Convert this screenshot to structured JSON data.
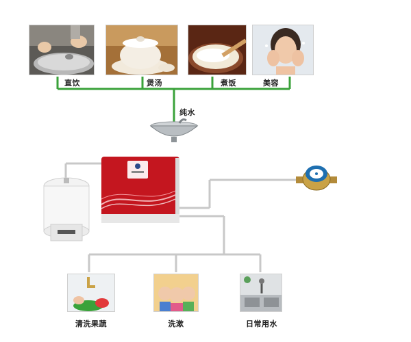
{
  "top_uses": [
    {
      "label": "直饮"
    },
    {
      "label": "煲汤"
    },
    {
      "label": "煮饭"
    },
    {
      "label": "美容"
    }
  ],
  "pure_water_label": "纯水",
  "bottom_uses": [
    {
      "label": "清洗果蔬"
    },
    {
      "label": "洗漱"
    },
    {
      "label": "日常用水"
    }
  ],
  "colors": {
    "pure_line": "#3aa23a",
    "tap_line": "#c8c8c8",
    "purifier_body": "#d4202c",
    "meter_blue": "#1e6fb0"
  }
}
